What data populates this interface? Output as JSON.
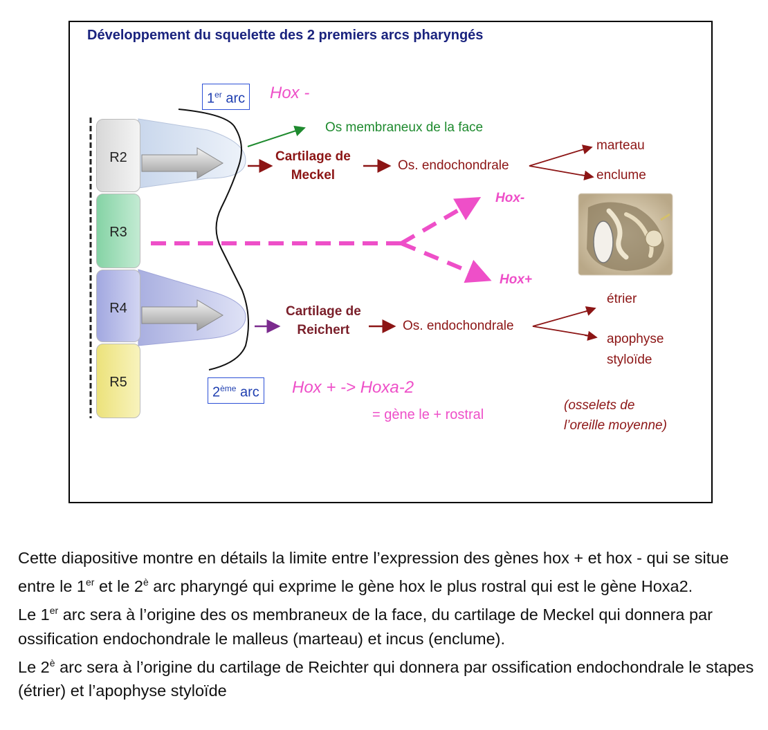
{
  "title": "Développement du squelette des 2 premiers arcs  pharyngés",
  "arc1": {
    "num": "1",
    "sup": "er",
    "label": " arc",
    "hox": "Hox -"
  },
  "arc2": {
    "num": "2",
    "sup": "ème",
    "label": " arc",
    "hox": "Hox + -> Hoxa-2",
    "note": "= gène le + rostral"
  },
  "rhombomeres": [
    "R2",
    "R3",
    "R4",
    "R5"
  ],
  "arc1_products": {
    "membranous": "Os membraneux de la face",
    "cartilage_line1": "Cartilage de",
    "cartilage_line2": "Meckel",
    "ossification": "Os. endochondrale",
    "bone1": "marteau",
    "bone2": "enclume"
  },
  "hox_split": {
    "upper": "Hox-",
    "lower": "Hox+"
  },
  "arc2_products": {
    "cartilage_line1": "Cartilage de",
    "cartilage_line2": "Reichert",
    "ossification": "Os. endochondrale",
    "bone1": "étrier",
    "bone2_line1": "apophyse",
    "bone2_line2": "styloïde"
  },
  "ossicles_note": {
    "line1": "(osselets de",
    "line2": "l’oreille moyenne)"
  },
  "colors": {
    "title": "#1a237e",
    "pink": "#ee4fc8",
    "green": "#1e8a2e",
    "dark_red": "#8c1515",
    "r2": "#e6e6e6",
    "r3": "#9fdfb9",
    "r4": "#b9bde9",
    "r5": "#f2ec95"
  },
  "paragraph": {
    "p1_a": "Cette diapositive montre en détails la limite entre l’expression des gènes hox + et hox - qui se situe entre le 1",
    "p1_sup1": "er",
    "p1_b": " et le 2",
    "p1_sup2": "è",
    "p1_c": " arc pharyngé qui exprime le gène hox le plus rostral qui est le gène Hoxa2.",
    "p2_a": "Le 1",
    "p2_sup": "er",
    "p2_b": " arc sera à l’origine des os membraneux de la face, du cartilage de Meckel qui donnera par ossification endochondrale le malleus (marteau) et incus (enclume).",
    "p3_a": "Le 2",
    "p3_sup": "è",
    "p3_b": " arc sera à l’origine du cartilage de Reichter qui donnera par ossification endochondrale le stapes (étrier) et l’apophyse styloïde"
  }
}
